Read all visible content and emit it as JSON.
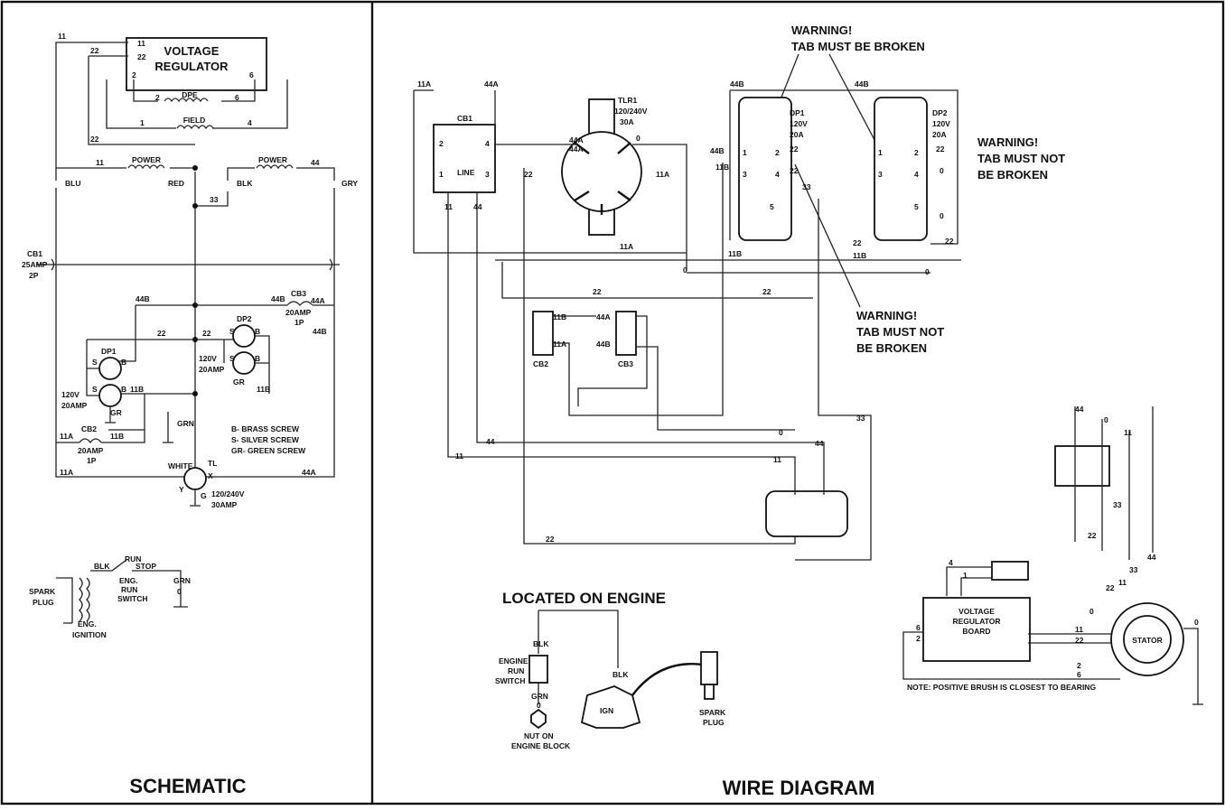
{
  "schematic": {
    "title": "SCHEMATIC",
    "regulator_line1": "VOLTAGE",
    "regulator_line2": "REGULATOR",
    "reg_pin_11": "11",
    "reg_pin_22": "22",
    "reg_pin_2": "2",
    "reg_pin_6": "6",
    "dpe": "DPE",
    "field": "FIELD",
    "field_1": "1",
    "field_4": "4",
    "dpe_2": "2",
    "dpe_6": "6",
    "w11": "11",
    "w22": "22",
    "power": "POWER",
    "w44": "44",
    "blu": "BLU",
    "red": "RED",
    "blk": "BLK",
    "gry": "GRY",
    "w33": "33",
    "cb1": "CB1",
    "cb1_amp": "25AMP",
    "cb1_pole": "2P",
    "w44b": "44B",
    "cb3": "CB3",
    "cb3_amp": "20AMP",
    "cb3_pole": "1P",
    "w44a": "44A",
    "dp1": "DP1",
    "dp2": "DP2",
    "v120": "120V",
    "amp20": "20AMP",
    "s": "S",
    "b": "B",
    "gr": "GR",
    "w11b": "11B",
    "grn": "GRN",
    "cb2": "CB2",
    "w11a": "11A",
    "legend_b": "B- BRASS SCREW",
    "legend_s": "S- SILVER SCREW",
    "legend_gr": "GR- GREEN SCREW",
    "white": "WHITE",
    "tl": "TL",
    "x": "X",
    "y": "Y",
    "g": "G",
    "tl_rating1": "120/240V",
    "tl_rating2": "30AMP",
    "spark_plug1": "SPARK",
    "spark_plug2": "PLUG",
    "eng_ignition1": "ENG.",
    "eng_ignition2": "IGNITION",
    "run": "RUN",
    "stop": "STOP",
    "eng_run1": "ENG.",
    "eng_run2": "RUN",
    "eng_run3": "SWITCH",
    "zero": "0"
  },
  "wire": {
    "title": "WIRE DIAGRAM",
    "warn1_a": "WARNING!",
    "warn1_b": "TAB MUST BE BROKEN",
    "warn2_a": "WARNING!",
    "warn2_b": "TAB MUST NOT",
    "warn2_c": "BE BROKEN",
    "warn3_a": "WARNING!",
    "warn3_b": "TAB MUST NOT",
    "warn3_c": "BE BROKEN",
    "tlr1": "TLR1",
    "tlr1_rating": "120/240V",
    "tlr1_amp": "30A",
    "dp1": "DP1",
    "dp2": "DP2",
    "dp_rating": "120V",
    "dp_amp": "20A",
    "cb1": "CB1",
    "line": "LINE",
    "cb2": "CB2",
    "cb3": "CB3",
    "w11a": "11A",
    "w44a": "44A",
    "w44b": "44B",
    "w11b": "11B",
    "w11": "11",
    "w44": "44",
    "w22": "22",
    "w33": "33",
    "w0": "0",
    "n1": "1",
    "n2": "2",
    "n3": "3",
    "n4": "4",
    "n5": "5",
    "n6": "6",
    "located": "LOCATED ON ENGINE",
    "blk": "BLK",
    "grn": "GRN",
    "engine_run1": "ENGINE",
    "engine_run2": "RUN",
    "engine_run3": "SWITCH",
    "nut1": "NUT ON",
    "nut2": "ENGINE BLOCK",
    "ign": "IGN",
    "spark1": "SPARK",
    "spark2": "PLUG",
    "vrb1": "VOLTAGE",
    "vrb2": "REGULATOR",
    "vrb3": "BOARD",
    "stator": "STATOR",
    "note": "NOTE: POSITIVE BRUSH IS CLOSEST TO BEARING"
  }
}
